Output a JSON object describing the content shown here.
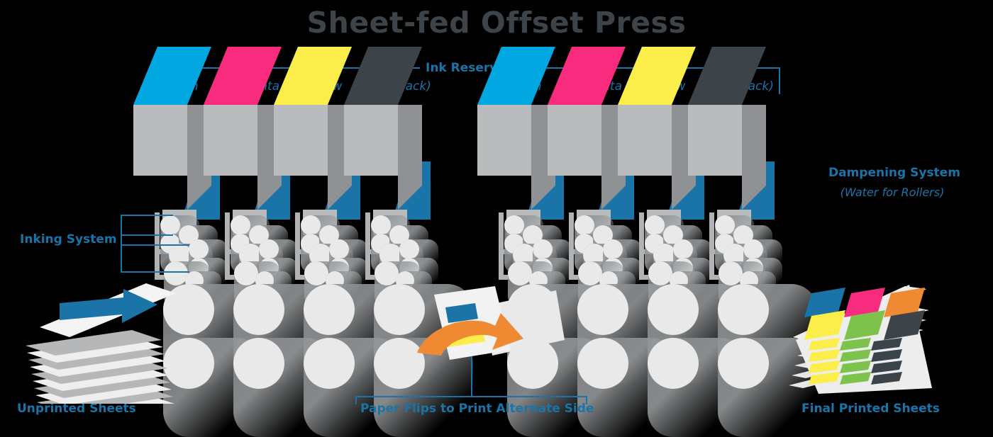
{
  "title": "Sheet-fed Offset Press",
  "colors": {
    "accent_blue": "#1a74a8",
    "title_gray": "#3d4449",
    "cyan": "#00a7e1",
    "magenta": "#f92b7e",
    "yellow": "#fbed4a",
    "key_black": "#3d4449",
    "orange": "#ef8a33",
    "green": "#7cc24d",
    "roller_gray": "#e9e9e9",
    "body_gray": "#b9bbbd",
    "side_gray": "#8f9194",
    "background": "#000000"
  },
  "ink_reservoirs": {
    "header": "Ink Reservoirs",
    "units": [
      {
        "name": "print-unit-left",
        "towers": [
          {
            "label": "Cyan",
            "color": "#00a7e1"
          },
          {
            "label": "Magenta",
            "color": "#f92b7e"
          },
          {
            "label": "Yellow",
            "color": "#fbed4a"
          },
          {
            "label": "Key (Black)",
            "color": "#3d4449"
          }
        ]
      },
      {
        "name": "print-unit-right",
        "towers": [
          {
            "label": "Cyan",
            "color": "#00a7e1"
          },
          {
            "label": "Magenta",
            "color": "#f92b7e"
          },
          {
            "label": "Yellow",
            "color": "#fbed4a"
          },
          {
            "label": "Key (Black)",
            "color": "#3d4449"
          }
        ]
      }
    ]
  },
  "annotations": {
    "inking_system": "Inking System",
    "dampening_system": "Dampening System",
    "dampening_sub": "(Water for Rollers)",
    "paper_flip": "Paper Flips to Print Alternate Side",
    "unprinted_sheets": "Unprinted Sheets",
    "final_printed_sheets": "Final Printed Sheets"
  },
  "printed_sheet": {
    "swatch_grid": [
      [
        "#1a74a8",
        "#f92b7e",
        "#ef8a33"
      ],
      [
        "#fbed4a",
        "#7cc24d",
        "#3d4449"
      ]
    ],
    "bar_rows": [
      [
        "#fbed4a",
        "#7cc24d",
        "#3d4449"
      ],
      [
        "#fbed4a",
        "#7cc24d",
        "#3d4449"
      ],
      [
        "#fbed4a",
        "#7cc24d",
        "#3d4449"
      ],
      [
        "#fbed4a",
        "#7cc24d",
        "#3d4449"
      ]
    ]
  },
  "flip_sheet_marks": {
    "mark_blue": "#1a74a8",
    "mark_yellow": "#fbed4a",
    "arrow_color": "#ef8a33"
  },
  "feed_arrow_color": "#1a74a8"
}
